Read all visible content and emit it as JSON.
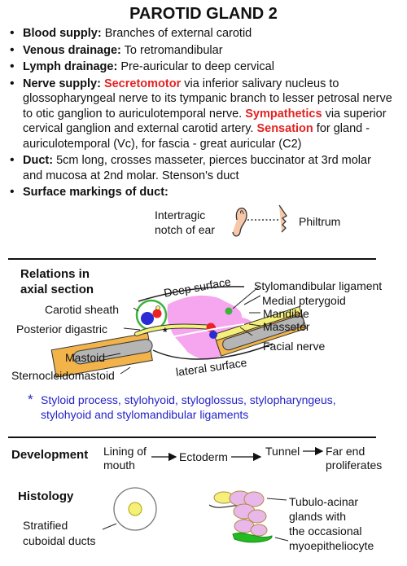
{
  "title": "PAROTID GLAND 2",
  "bullets": {
    "blood": {
      "label": "Blood supply:",
      "text": " Branches of external carotid"
    },
    "venous": {
      "label": "Venous drainage:",
      "text": " To retromandibular"
    },
    "lymph": {
      "label": "Lymph drainage:",
      "text": " Pre-auricular to deep cervical"
    },
    "nerve": {
      "label": "Nerve supply:",
      "secretomotor": "Secretomotor",
      "secretomotor_text": " via inferior salivary nucleus to glossopharyngeal nerve to its tympanic branch to lesser petrosal nerve to otic ganglion to auriculotemporal nerve.",
      "sympathetics": "Sympathetics",
      "sympathetics_text": " via superior cervical ganglion and external carotid artery. ",
      "sensation": "Sensation",
      "sensation_text": " for gland - auriculotemporal (Vc), for fascia - great auricular (C2)"
    },
    "duct": {
      "label": "Duct:",
      "text": " 5cm long, crosses masseter, pierces buccinator at 3rd molar and mucosa at 2nd molar. Stenson's duct"
    },
    "surface": {
      "label": "Surface markings of duct:"
    }
  },
  "surface_markings": {
    "left": "Intertragic\nnotch of ear",
    "right": "Philtrum"
  },
  "relations": {
    "heading": "Relations in\naxial section",
    "labels": {
      "carotid_sheath": "Carotid sheath",
      "deep_surface": "Deep surface",
      "posterior_digastric": "Posterior digastric",
      "mastoid": "Mastoid",
      "sternocleidomastoid": "Sternocleidomastoid",
      "lateral_surface": "lateral surface",
      "stylomandibular_ligament": "Stylomandibular ligament",
      "medial_pterygoid": "Medial pterygoid",
      "mandible": "Mandible",
      "masseter": "Masseter",
      "facial_nerve": "Facial nerve",
      "asterisk": "*"
    },
    "note_marker": "*",
    "note": "Styloid process, stylohyoid, styloglossus, stylopharyngeus,\nstylohyoid and stylomandibular ligaments"
  },
  "development": {
    "heading": "Development",
    "steps": [
      "Lining of\nmouth",
      "Ectoderm",
      "Tunnel",
      "Far end\nproliferates"
    ]
  },
  "histology": {
    "heading": "Histology",
    "duct_label": "Stratified\ncuboidal ducts",
    "acinar_label": "Tubulo-acinar\nglands with\nthe occasional\nmyoepitheliocyte"
  },
  "colors": {
    "red_text": "#e32222",
    "blue_text": "#2323c8",
    "parotid_pink": "#f6a6ef",
    "mandible_orange": "#f2b34a",
    "bone_gray": "#b5b5b5",
    "muscle_yellow": "#f4f07a",
    "artery_red": "#ee2222",
    "vein_blue": "#2a2ad6",
    "sheath_green": "#3ab43a",
    "myoepithelial_green": "#22bb22"
  }
}
